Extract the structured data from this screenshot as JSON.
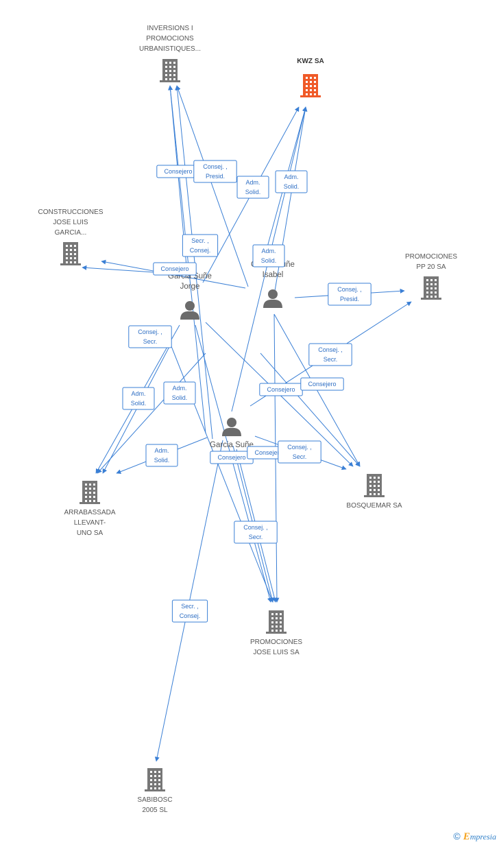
{
  "companies": [
    {
      "id": "inversions",
      "label": [
        "INVERSIONS I",
        "PROMOCIONS",
        "URBANISTIQUES..."
      ],
      "color": "#777777",
      "focus": false,
      "icon": "building-icon"
    },
    {
      "id": "kwz",
      "label": [
        "KWZ SA"
      ],
      "color": "#f05a28",
      "focus": true,
      "icon": "building-icon"
    },
    {
      "id": "construcciones",
      "label": [
        "CONSTRUCCIONES",
        "JOSE LUIS",
        "GARCIA..."
      ],
      "color": "#777777",
      "focus": false,
      "icon": "building-icon"
    },
    {
      "id": "promociones_pp20",
      "label": [
        "PROMOCIONES",
        "PP 20 SA"
      ],
      "color": "#777777",
      "focus": false,
      "icon": "building-icon"
    },
    {
      "id": "arrabassada",
      "label": [
        "ARRABASSADA",
        "LLEVANT-",
        "UNO SA"
      ],
      "color": "#777777",
      "focus": false,
      "icon": "building-icon"
    },
    {
      "id": "bosquemar",
      "label": [
        "BOSQUEMAR SA"
      ],
      "color": "#777777",
      "focus": false,
      "icon": "building-icon"
    },
    {
      "id": "promociones_jl",
      "label": [
        "PROMOCIONES",
        "JOSE LUIS SA"
      ],
      "color": "#777777",
      "focus": false,
      "icon": "building-icon"
    },
    {
      "id": "sabibosc",
      "label": [
        "SABIBOSC",
        "2005 SL"
      ],
      "color": "#777777",
      "focus": false,
      "icon": "building-icon"
    }
  ],
  "persons": [
    {
      "id": "jorge",
      "label": [
        "Garcia Suñe",
        "Jorge"
      ],
      "icon": "person-icon"
    },
    {
      "id": "isabel",
      "label": [
        "Garcia Suñe",
        "Isabel"
      ],
      "icon": "person-icon"
    },
    {
      "id": "main",
      "label": [
        "Garcia Suñe"
      ],
      "icon": "person-icon"
    }
  ],
  "relations": [
    {
      "label": [
        "Consejero"
      ]
    },
    {
      "label": [
        "Consej. ,",
        "Presid."
      ]
    },
    {
      "label": [
        "Adm.",
        "Solid."
      ]
    },
    {
      "label": [
        "Adm.",
        "Solid."
      ]
    },
    {
      "label": [
        "Secr. ,",
        "Consej."
      ]
    },
    {
      "label": [
        "Adm.",
        "Solid."
      ]
    },
    {
      "label": [
        "Consejero"
      ]
    },
    {
      "label": [
        "Consej. ,",
        "Presid."
      ]
    },
    {
      "label": [
        "Consej. ,",
        "Secr."
      ]
    },
    {
      "label": [
        "Consej. ,",
        "Secr."
      ]
    },
    {
      "label": [
        "Consejero"
      ]
    },
    {
      "label": [
        "Adm.",
        "Solid."
      ]
    },
    {
      "label": [
        "Adm.",
        "Solid."
      ]
    },
    {
      "label": [
        "Consejero"
      ]
    },
    {
      "label": [
        "Adm.",
        "Solid."
      ]
    },
    {
      "label": [
        "Consejero"
      ]
    },
    {
      "label": [
        "Consejero"
      ]
    },
    {
      "label": [
        "Consej. ,",
        "Secr."
      ]
    },
    {
      "label": [
        "Consej. ,",
        "Secr."
      ]
    },
    {
      "label": [
        "Secr. ,",
        "Consej."
      ]
    }
  ],
  "footer": {
    "copyright": "©",
    "brand_first": "E",
    "brand_rest": "mpresia"
  },
  "colors": {
    "edge": "#3a7fd5",
    "label_text": "#2f6fc4",
    "node": "#777777",
    "focus": "#f05a28"
  }
}
